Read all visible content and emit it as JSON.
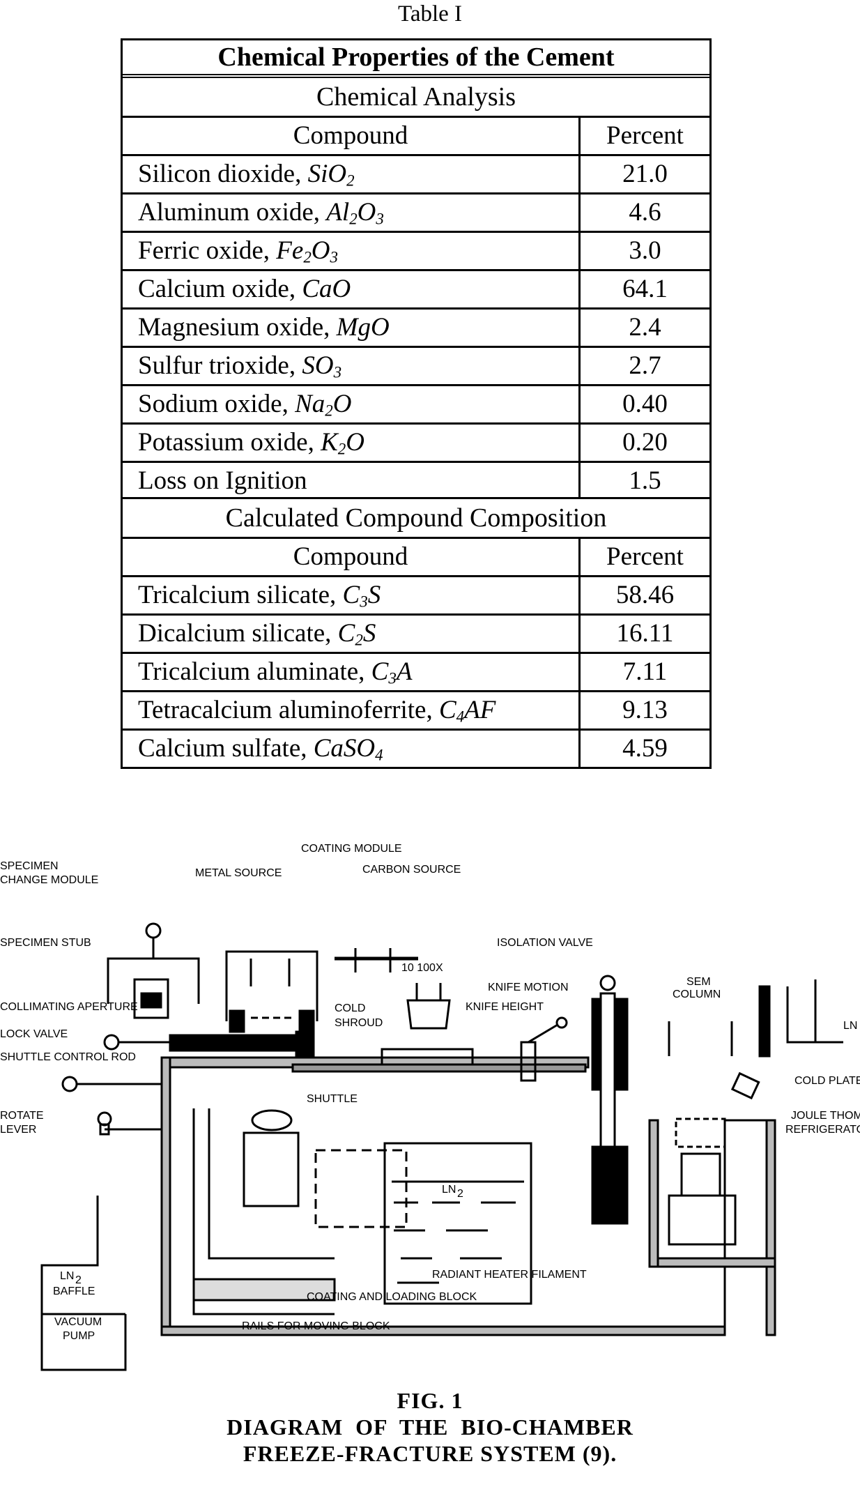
{
  "table_caption": "Table I",
  "table": {
    "title": "Chemical Properties of the Cement",
    "analysis": {
      "section_title": "Chemical Analysis",
      "col_compound": "Compound",
      "col_percent": "Percent",
      "rows": [
        {
          "name": "Silicon dioxide, ",
          "formula": [
            "Si",
            "O",
            "2"
          ],
          "percent": "21.0"
        },
        {
          "name": "Aluminum oxide, ",
          "formula": [
            "Al",
            "2",
            "O",
            "3"
          ],
          "percent": "4.6"
        },
        {
          "name": "Ferric oxide, ",
          "formula": [
            "Fe",
            "2",
            "O",
            "3"
          ],
          "percent": "3.0"
        },
        {
          "name": "Calcium oxide, ",
          "formula": [
            "CaO"
          ],
          "percent": "64.1"
        },
        {
          "name": "Magnesium oxide, ",
          "formula": [
            "MgO"
          ],
          "percent": "2.4"
        },
        {
          "name": "Sulfur trioxide, ",
          "formula": [
            "SO",
            "3"
          ],
          "percent": "2.7"
        },
        {
          "name": "Sodium oxide, ",
          "formula": [
            "Na",
            "2",
            "O"
          ],
          "percent": "0.40"
        },
        {
          "name": "Potassium oxide, ",
          "formula": [
            "K",
            "2",
            "O"
          ],
          "percent": "0.20"
        },
        {
          "name": "Loss on Ignition",
          "formula": [],
          "percent": "1.5"
        }
      ]
    },
    "composition": {
      "section_title": "Calculated Compound Composition",
      "col_compound": "Compound",
      "col_percent": "Percent",
      "rows": [
        {
          "name": "Tricalcium silicate, ",
          "formula": [
            "C",
            "3",
            "S"
          ],
          "percent": "58.46"
        },
        {
          "name": "Dicalcium silicate, ",
          "formula": [
            "C",
            "2",
            "S"
          ],
          "percent": "16.11"
        },
        {
          "name": "Tricalcium aluminate, ",
          "formula": [
            "C",
            "3",
            "A"
          ],
          "percent": "7.11"
        },
        {
          "name": "Tetracalcium aluminoferrite, ",
          "formula": [
            "C",
            "4",
            "AF"
          ],
          "percent": "9.13"
        },
        {
          "name": "Calcium sulfate, ",
          "formula": [
            "CaSO",
            "4"
          ],
          "percent": "4.59"
        }
      ]
    }
  },
  "diagram_labels": {
    "coating_module": "COATING MODULE",
    "specimen_change_1": "SPECIMEN",
    "specimen_change_2": "CHANGE MODULE",
    "metal_source": "METAL SOURCE",
    "carbon_source": "CARBON SOURCE",
    "specimen_stub": "SPECIMEN STUB",
    "isolation_valve": "ISOLATION VALVE",
    "magnification": "10  100X",
    "knife_motion": "KNIFE MOTION",
    "sem_column_1": "SEM",
    "sem_column_2": "COLUMN",
    "collimating_aperture": "COLLIMATING APERTURE",
    "knife_height": "KNIFE HEIGHT",
    "cold_shroud_1": "COLD",
    "cold_shroud_2": "SHROUD",
    "lock_valve": "LOCK VALVE",
    "ln2_right": "LN",
    "shuttle_control_rod": "SHUTTLE CONTROL ROD",
    "cold_plate": "COLD PLATE",
    "shuttle": "SHUTTLE",
    "rotate_lever_1": "ROTATE",
    "rotate_lever_2": "LEVER",
    "joule_1": "JOULE THOMSON",
    "joule_2": "REFRIGERATOR",
    "ln2_tank": "LN",
    "ln2_baffle_1": "LN",
    "ln2_baffle_2": "BAFFLE",
    "radiant_heater": "RADIANT HEATER FILAMENT",
    "coating_block": "COATING AND LOADING BLOCK",
    "vacuum_pump_1": "VACUUM",
    "vacuum_pump_2": "PUMP",
    "rails": "RAILS FOR MOVING BLOCK",
    "subscript_2": "2"
  },
  "figure_caption": {
    "line1": "FIG. 1",
    "line2": "DIAGRAM  OF  THE  BIO-CHAMBER",
    "line3": "FREEZE-FRACTURE SYSTEM (9)."
  }
}
